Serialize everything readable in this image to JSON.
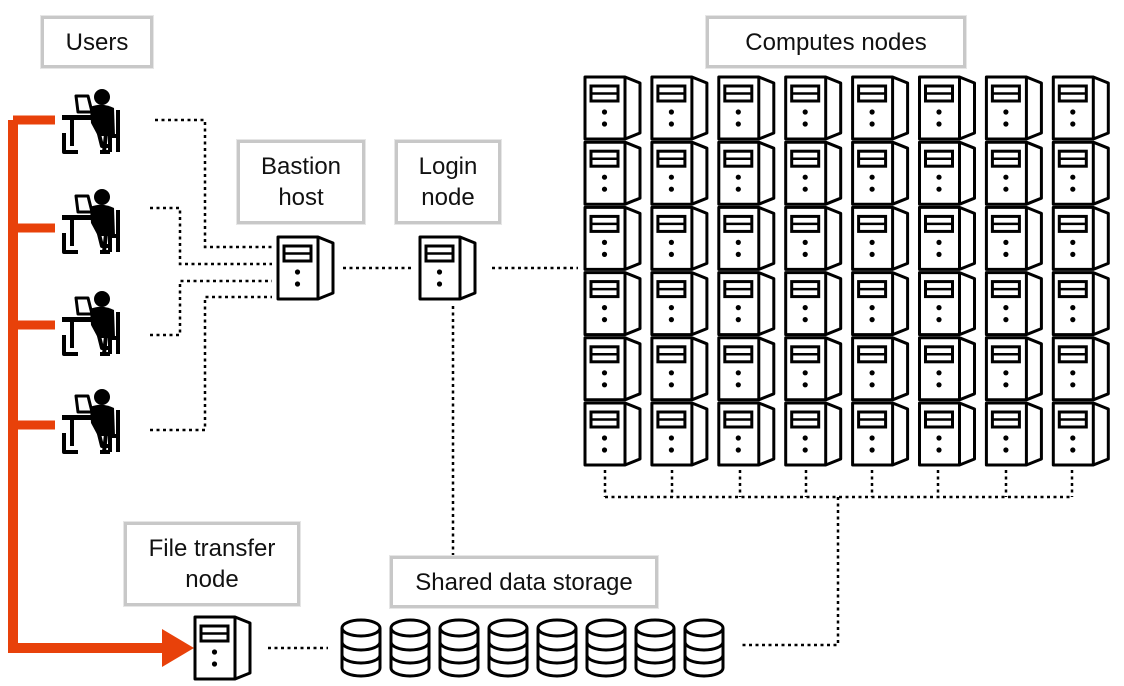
{
  "labels": {
    "users": "Users",
    "bastion": "Bastion\nhost",
    "login": "Login\nnode",
    "compute": "Computes nodes",
    "file_transfer": "File transfer\nnode",
    "storage": "Shared data storage"
  },
  "icons": {
    "user": "person-at-laptop-icon",
    "server": "server-tower-icon",
    "storage": "database-cylinder-icon"
  },
  "counts": {
    "users": 4,
    "compute_columns": 8,
    "compute_rows": 6,
    "storage_units": 8
  },
  "colors": {
    "accent": "#e8410a",
    "ink": "#000000",
    "label_border": "#c8c8c8"
  }
}
